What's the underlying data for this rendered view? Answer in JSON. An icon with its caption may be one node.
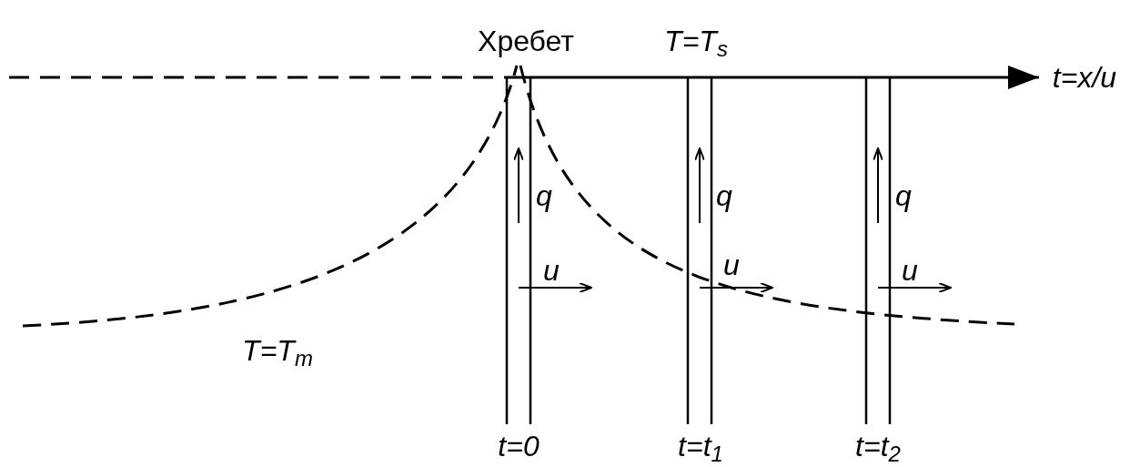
{
  "diagram": {
    "labels": [
      "Хребет",
      "T=T$_{s}$",
      "t=x/u",
      "q",
      "q",
      "q",
      "u",
      "u",
      "u",
      "T=T$_{m}$",
      "t=0",
      "t=t$_{1}$",
      "t=t$_{2}$"
    ]
  }
}
